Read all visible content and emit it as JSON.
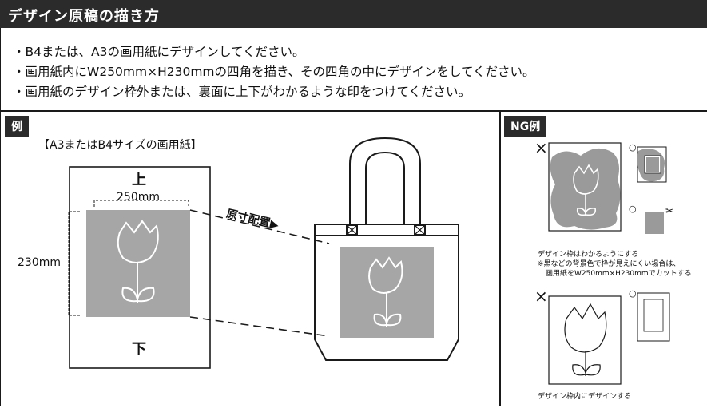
{
  "header": {
    "title": "デザイン原稿の描き方"
  },
  "notes": [
    "・B4または、A3の画用紙にデザインしてください。",
    "・画用紙内にW250mm×H230mmの四角を描き、その四角の中にデザインをしてください。",
    "・画用紙のデザイン枠外または、裏面に上下がわかるような印をつけてください。"
  ],
  "example": {
    "label": "例",
    "paper_caption": "【A3またはB4サイズの画用紙】",
    "top_mark": "上",
    "bottom_mark": "下",
    "width_dim": "250mm",
    "height_dim": "230mm",
    "placement_label": "原寸配置▶"
  },
  "ng": {
    "label": "NG例",
    "cross_mark": "×",
    "ok_mark": "○",
    "scissors": "✂",
    "note1_line1": "デザイン枠はわかるようにする",
    "note1_line2": "※黒などの背景色で枠が見えにくい場合は、",
    "note1_line3": "画用紙をW250mm×H230mmでカットする",
    "note2": "デザイン枠内にデザインする"
  },
  "colors": {
    "header_bg": "#2b2b2b",
    "design_gray": "#a6a6a6",
    "scribble_gray": "#9a9a9a"
  }
}
